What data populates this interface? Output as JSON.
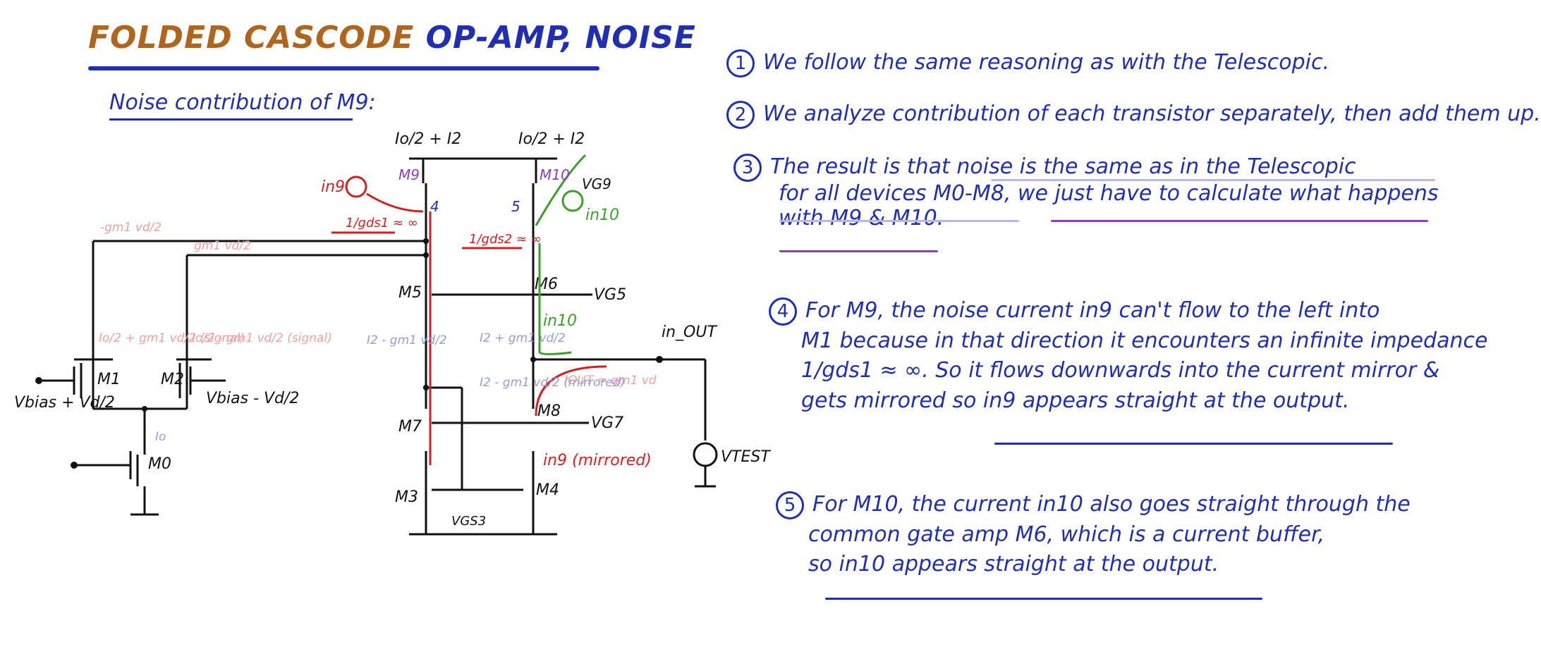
{
  "header": {
    "title_part1": "FOLDED CASCODE",
    "title_part2": "OP-AMP, NOISE",
    "subtitle": "Noise contribution of M9:"
  },
  "circuit": {
    "labels": {
      "i_top_left": "Io/2 + I2",
      "i_top_right": "Io/2 + I2",
      "m9": "M9",
      "m10": "M10",
      "vg9": "VG9",
      "in9": "in9",
      "in10": "in10",
      "node4": "4",
      "node5": "5",
      "gds_left": "1/gds1 ≈ ∞",
      "gds_right": "1/gds2 ≈ ∞",
      "gm_left_top": "-gm1 vd/2",
      "gm_mid_top": "gm1 vd/2",
      "m5": "M5",
      "m6": "M6",
      "vg5": "VG5",
      "m1": "M1",
      "m2": "M2",
      "vbias_plus": "Vbias + Vd/2",
      "vbias_minus": "Vbias - Vd/2",
      "signal_left": "Io/2 + gm1 vd/2 (signal)",
      "signal_right": "Io/2 - gm1 vd/2 (signal)",
      "i2_left": "I2 - gm1 vd/2",
      "i2_right": "I2 + gm1 vd/2",
      "i0": "Io",
      "m0": "M0",
      "m7": "M7",
      "m8": "M8",
      "vg7": "VG7",
      "m3": "M3",
      "m4": "M4",
      "vgs3": "VGS3",
      "mirrored_small": "I2 - gm1 vd/2 (mirrored)",
      "iout": "IOUT = gm1 vd",
      "in_out": "in_OUT",
      "in9_mirrored": "in9 (mirrored)",
      "vtest": "VTEST"
    }
  },
  "notes": [
    {
      "num": "1",
      "lines": [
        "We follow the same reasoning as with the Telescopic."
      ]
    },
    {
      "num": "2",
      "lines": [
        "We analyze contribution of each transistor separately, then add them up."
      ]
    },
    {
      "num": "3",
      "lines": [
        "The result is that noise is the same as in the Telescopic",
        "for all devices M0-M8, we just have to calculate what happens",
        "with M9 & M10."
      ]
    },
    {
      "num": "4",
      "lines": [
        "For M9, the noise current in9 can't flow to the left into",
        "M1 because in that direction it encounters an infinite impedance",
        "1/gds1 ≈ ∞. So it flows downwards into the current mirror &",
        "gets mirrored so in9 appears straight at the output."
      ]
    },
    {
      "num": "5",
      "lines": [
        "For M10, the current in10 also goes straight through the",
        "common gate amp M6, which is a current buffer,",
        "so in10 appears straight at the output."
      ]
    }
  ],
  "colors": {
    "blue": "#1f2fb0",
    "brown": "#b0651e",
    "red": "#d42020",
    "green": "#3aa02a",
    "purple": "#8a3fc0",
    "pink": "#f0a0a0",
    "lavender": "#b8b8e8",
    "black": "#111111"
  }
}
